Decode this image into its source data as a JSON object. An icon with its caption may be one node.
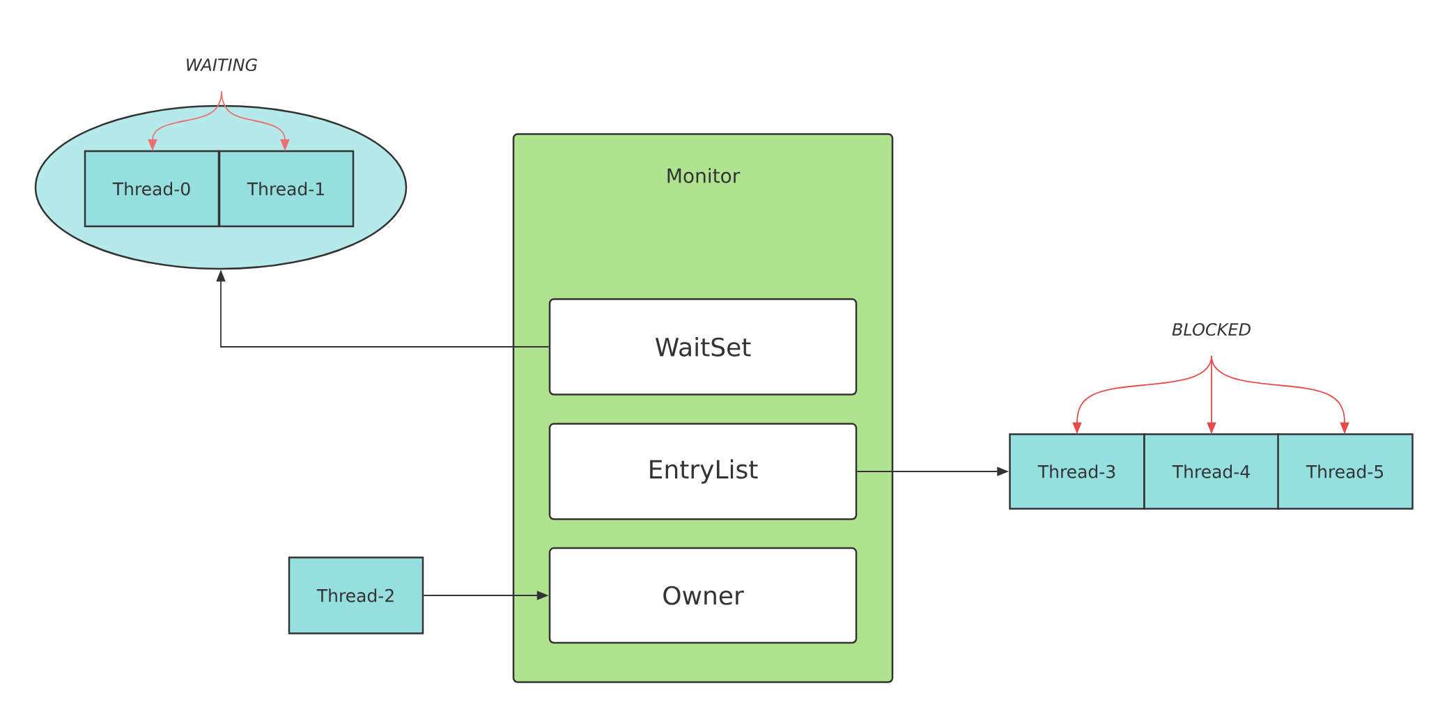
{
  "diagram": {
    "nodes": [
      {
        "text": [
          "WAITING"
        ]
      },
      {
        "text": [],
        "shape": "ellipse"
      },
      {
        "text": [
          "Thread-0"
        ],
        "in": 1
      },
      {
        "text": [
          "Thread-1"
        ],
        "in": 1
      },
      {
        "text": [
          "Monitor"
        ]
      },
      {
        "text": [
          "WaitSet"
        ],
        "in": 4
      },
      {
        "text": [
          "EntryList"
        ],
        "in": 4
      },
      {
        "text": [
          "Owner"
        ],
        "in": 4
      },
      {
        "text": [
          "Thread-2"
        ]
      },
      {
        "text": [
          "BLOCKED"
        ]
      },
      {
        "text": [
          "Thread-3"
        ]
      },
      {
        "text": [
          "Thread-4"
        ]
      },
      {
        "text": [
          "Thread-5"
        ]
      }
    ],
    "edges": [
      {
        "from": 0,
        "to": 2,
        "arrow": "to",
        "color": "#ec7070"
      },
      {
        "from": 0,
        "to": 3,
        "arrow": "to",
        "color": "#ec7070"
      },
      {
        "from": 5,
        "to": 1,
        "arrow": "to",
        "color": "#333333"
      },
      {
        "from": 6,
        "to": 10,
        "arrow": "to",
        "color": "#333333"
      },
      {
        "from": 8,
        "to": 7,
        "arrow": "to",
        "color": "#333333"
      },
      {
        "from": 9,
        "to": 10,
        "arrow": "to",
        "color": "#e54c4c"
      },
      {
        "from": 9,
        "to": 11,
        "arrow": "to",
        "color": "#e54c4c"
      },
      {
        "from": 9,
        "to": 12,
        "arrow": "to",
        "color": "#e54c4c"
      }
    ]
  }
}
